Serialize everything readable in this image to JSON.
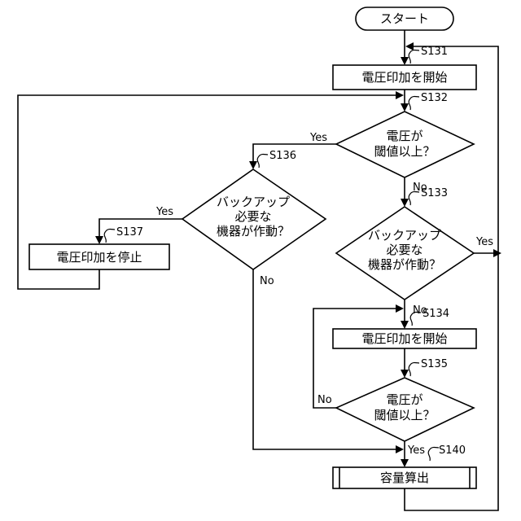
{
  "start": "スタート",
  "steps": {
    "s131": "S131",
    "s132": "S132",
    "s133": "S133",
    "s134": "S134",
    "s135": "S135",
    "s136": "S136",
    "s137": "S137",
    "s140": "S140"
  },
  "nodes": {
    "start_voltage_1": "電圧印加を開始",
    "threshold_check_1": [
      "電圧が",
      "閾値以上？"
    ],
    "backup_check_right": [
      "バックアップ",
      "必要な",
      "機器が作動？"
    ],
    "start_voltage_2": "電圧印加を開始",
    "threshold_check_2": [
      "電圧が",
      "閾値以上？"
    ],
    "backup_check_left": [
      "バックアップ",
      "必要な",
      "機器が作動？"
    ],
    "stop_voltage": "電圧印加を停止",
    "capacity_calc": "容量算出"
  },
  "branches": {
    "yes": "Yes",
    "no": "No"
  }
}
